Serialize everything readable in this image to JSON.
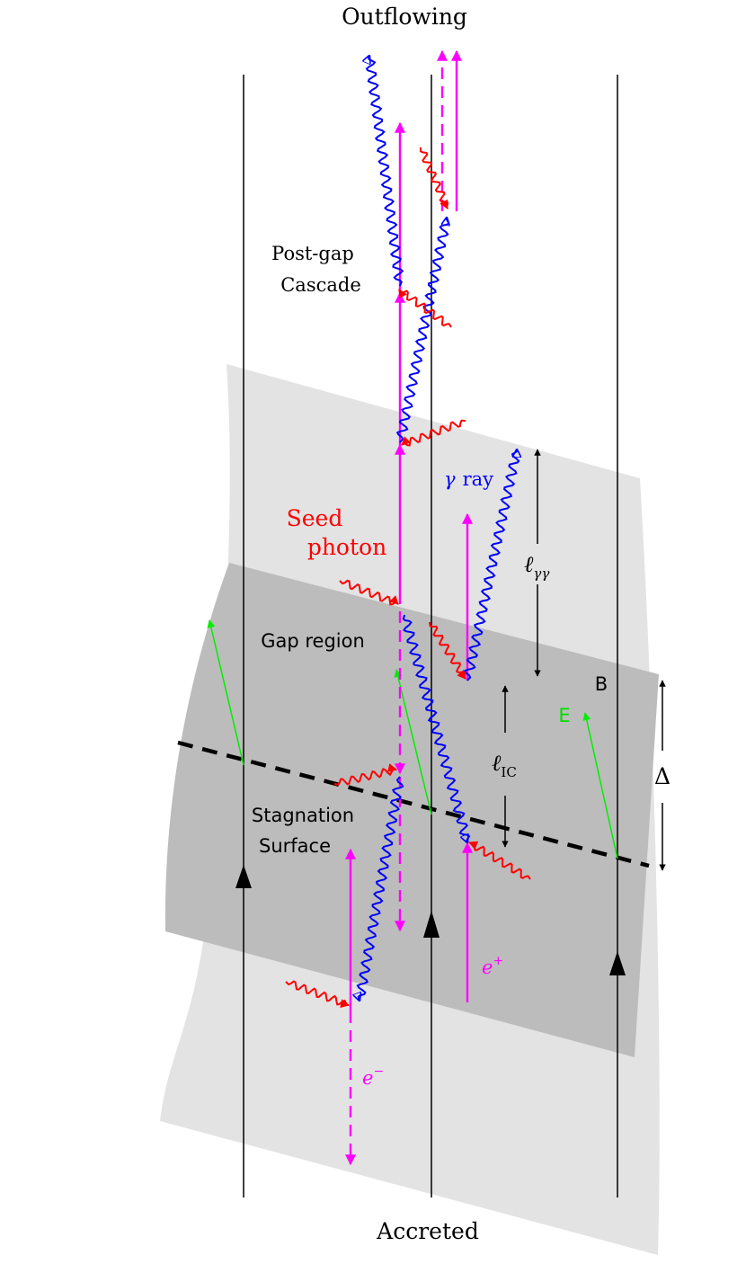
{
  "labels": {
    "top": "Outflowing",
    "bottom": "Accreted",
    "post_gap_1": "Post-gap",
    "post_gap_2": "Cascade",
    "seed_1": "Seed",
    "seed_2": "photon",
    "gamma_sym": "γ",
    "gamma_word": "ray",
    "gap_region": "Gap region",
    "stag_1": "Stagnation",
    "stag_2": "Surface",
    "B": "B",
    "E": "E",
    "delta": "Δ",
    "l_gg_main": "ℓ",
    "l_gg_sub": "γγ",
    "l_ic_main": "ℓ",
    "l_ic_sub": "IC",
    "e_plus": "e",
    "e_plus_sup": "+",
    "e_minus": "e",
    "e_minus_sup": "−"
  },
  "colors": {
    "light_band": "#e3e3e3",
    "dark_band": "#bcbcbc",
    "pair": "#ff00ff",
    "gamma": "#0000ff",
    "seed": "#ff0000",
    "efield": "#00ee00",
    "line": "#000000"
  }
}
